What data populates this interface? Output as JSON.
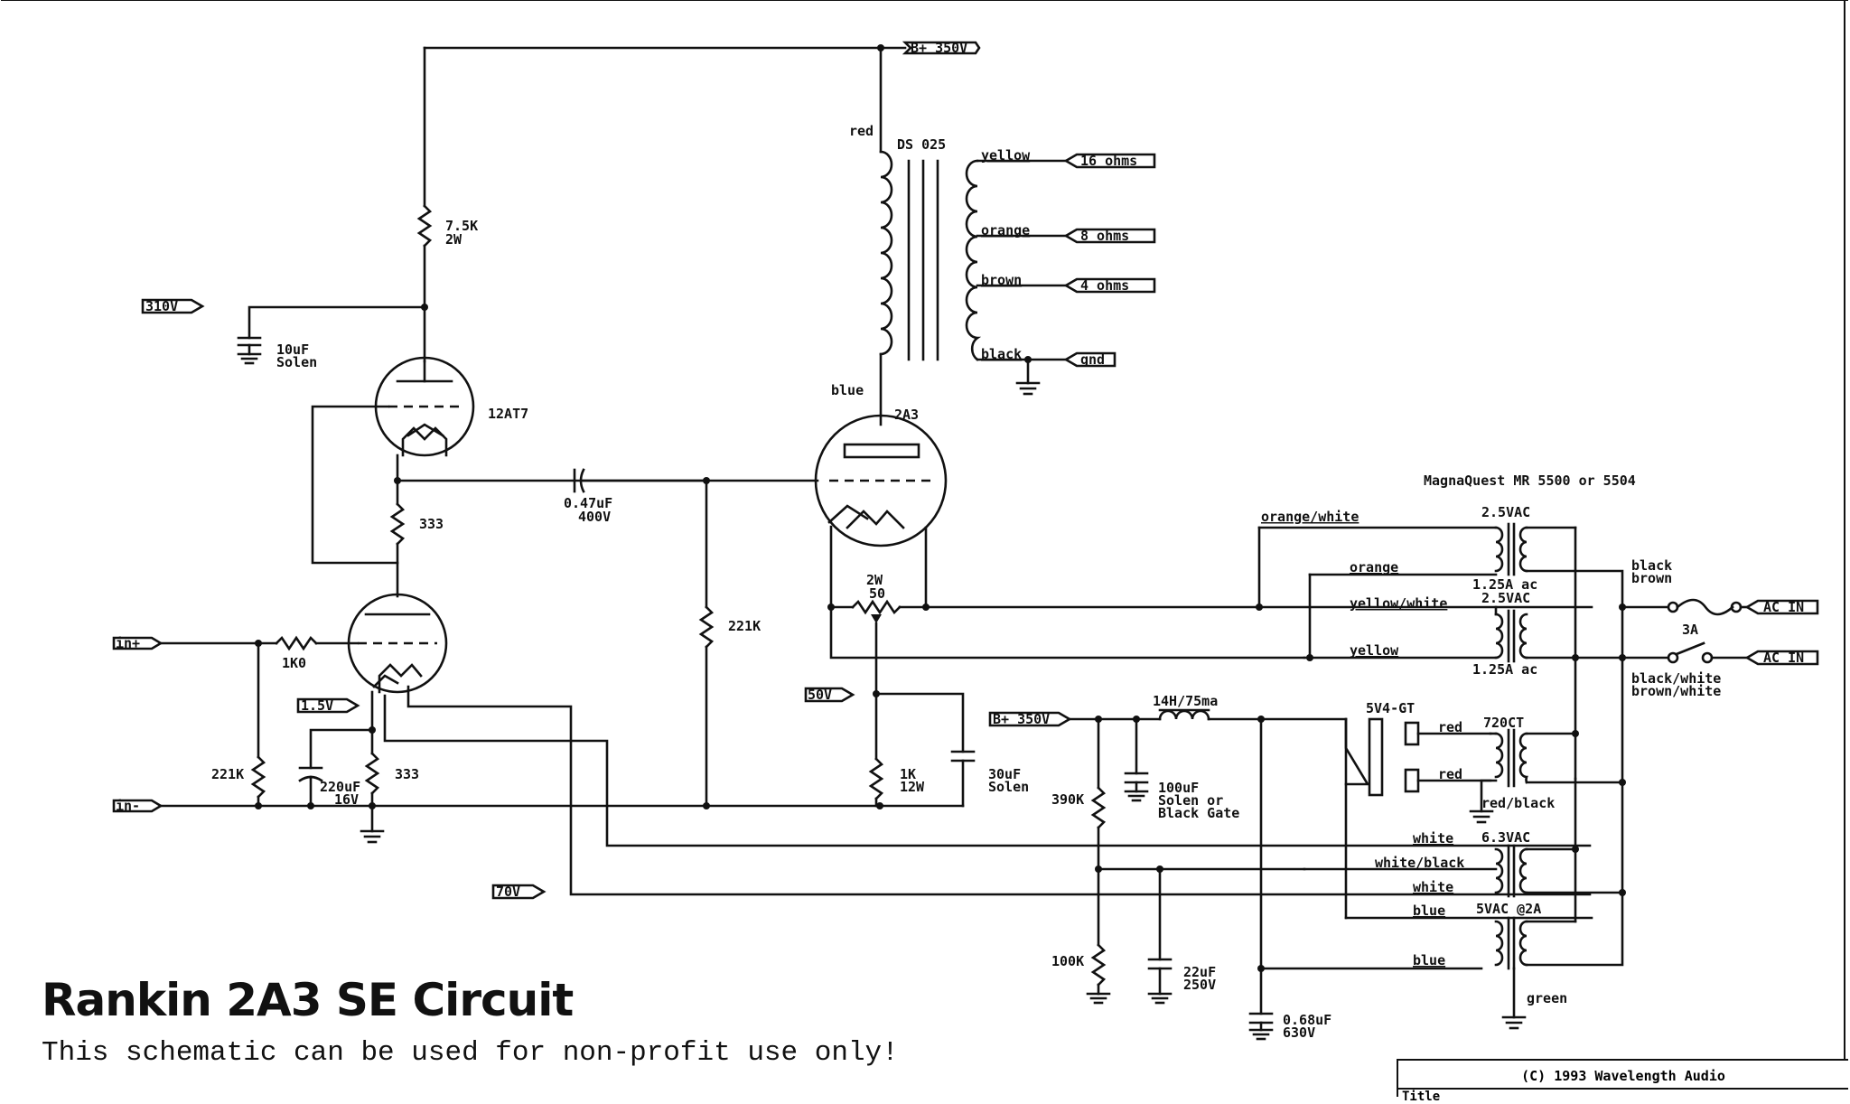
{
  "title": "Rankin 2A3 SE Circuit",
  "subtitle": "This schematic can be used for non-profit use only!",
  "title_block": {
    "copyright": "(C) 1993 Wavelength Audio",
    "title_label": "Title"
  },
  "nets": {
    "b_plus_top": "B+ 350V",
    "b_plus_supply": "B+ 350V",
    "v310": "310V",
    "v50": "50V",
    "v15": "1.5V",
    "v70": "70V",
    "in_plus": "in+",
    "in_minus": "in-",
    "out_16": "16 ohms",
    "out_8": "8 ohms",
    "out_4": "4 ohms",
    "out_gnd": "gnd",
    "ac_in_1": "AC IN",
    "ac_in_2": "AC IN"
  },
  "tubes": {
    "driver": "12AT7",
    "output": "2A3",
    "rectifier": "5V4-GT"
  },
  "output_transformer": {
    "model": "DS 025",
    "primary_top": "red",
    "primary_bottom": "blue",
    "tap_yellow": "yellow",
    "tap_orange": "orange",
    "tap_brown": "brown",
    "tap_black": "black"
  },
  "resistors": {
    "r_7k5_value": "7.5K",
    "r_7k5_power": "2W",
    "r_333_upper": "333",
    "r_1k0": "1K0",
    "r_221k_input": "221K",
    "r_333_lower": "333",
    "r_221k_grid": "221K",
    "pot_power": "2W",
    "pot_value": "50",
    "r_1k_value": "1K",
    "r_1k_power": "12W",
    "r_390k": "390K",
    "r_100k": "100K"
  },
  "capacitors": {
    "c_10u_value": "10uF",
    "c_10u_type": "Solen",
    "c_047_value": "0.47uF",
    "c_047_voltage": "400V",
    "c_220u_value": "220uF",
    "c_220u_voltage": "16V",
    "c_30u_value": "30uF",
    "c_30u_type": "Solen",
    "c_100u_value": "100uF",
    "c_100u_type1": "Solen or",
    "c_100u_type2": "Black Gate",
    "c_22u_value": "22uF",
    "c_22u_voltage": "250V",
    "c_068_value": "0.68uF",
    "c_068_voltage": "630V"
  },
  "power": {
    "choke": "14H/75ma",
    "transformer_model": "MagnaQuest MR 5500 or 5504",
    "w_orange_white": "orange/white",
    "w_orange": "orange",
    "w_yellow_white": "yellow/white",
    "w_yellow": "yellow",
    "sec_a_voltage": "2.5VAC",
    "sec_a_current": "1.25A ac",
    "sec_b_voltage": "2.5VAC",
    "sec_b_current": "1.25A ac",
    "hv_secondary": "720CT",
    "w_red_1": "red",
    "w_red_2": "red",
    "w_red_black": "red/black",
    "w_white_1": "white",
    "w_white_black": "white/black",
    "w_white_2": "white",
    "heater_voltage": "6.3VAC",
    "w_blue_1": "blue",
    "w_blue_2": "blue",
    "rect_heater": "5VAC @2A",
    "w_green": "green",
    "primary_top": "black",
    "primary_top2": "brown",
    "primary_bottom": "black/white",
    "primary_bottom2": "brown/white",
    "fuse": "3A"
  }
}
